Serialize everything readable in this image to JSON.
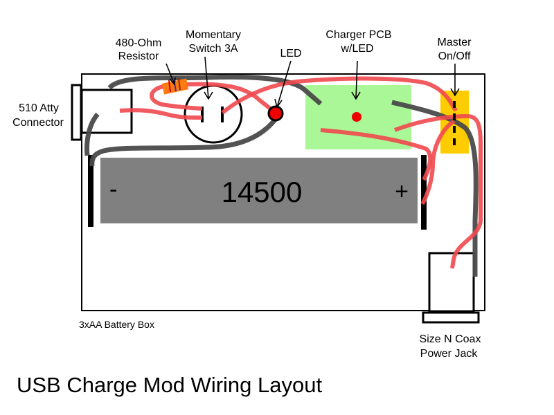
{
  "title": "USB Charge Mod Wiring Layout",
  "colors": {
    "wire_positive": "#f0484e",
    "wire_negative": "#4a4a4a",
    "battery": "#808080",
    "pcb": "#aaf797",
    "switch_body": "#ffcc00",
    "led": "#ee0000",
    "resistor": "#ff7a10",
    "outline": "#000000"
  },
  "labels": {
    "resistor": [
      "480-Ohm",
      "Resistor"
    ],
    "momentary_switch": [
      "Momentary",
      "Switch 3A"
    ],
    "led": [
      "LED"
    ],
    "charger_pcb": [
      "Charger PCB",
      "w/LED"
    ],
    "master_switch": [
      "Master",
      "On/Off"
    ],
    "atty_connector": [
      "510 Atty",
      "Connector"
    ],
    "power_jack": [
      "Size N Coax",
      "Power Jack"
    ],
    "battery_box": "3xAA Battery Box"
  },
  "battery": {
    "model": "14500",
    "negative_sign": "-",
    "positive_sign": "+"
  }
}
